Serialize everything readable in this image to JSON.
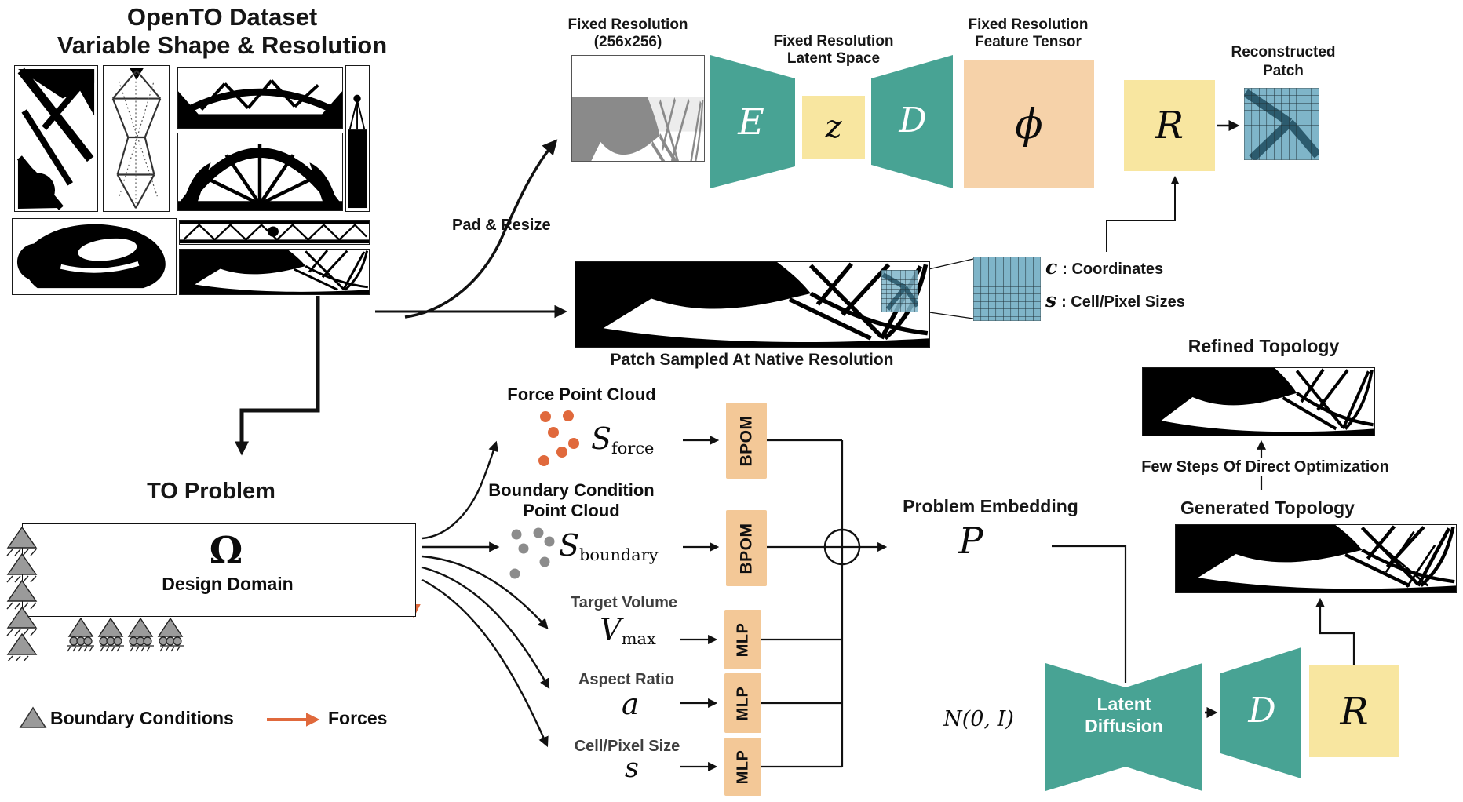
{
  "palette": {
    "teal": "#48A394",
    "yellow": "#F8E6A0",
    "peach": "#F3C897",
    "peach_light": "#F6D2A9",
    "orange": "#E0693C",
    "support_gray": "#9A9A9A",
    "grid_blue": "#7FB5C9"
  },
  "header": {
    "title": "OpenTO Dataset",
    "subtitle": "Variable Shape & Resolution"
  },
  "encoder_row": {
    "fixed_res_label_1": "Fixed Resolution",
    "fixed_res_label_2": "(256x256)",
    "pad_resize": "Pad & Resize",
    "latent_space_label_1": "Fixed Resolution",
    "latent_space_label_2": "Latent Space",
    "feature_tensor_label_1": "Fixed Resolution",
    "feature_tensor_label_2": "Feature Tensor",
    "encoder_symbol": "E",
    "latent_symbol": "z",
    "decoder_symbol": "D",
    "feature_symbol": "ϕ",
    "render_symbol": "R",
    "reconstructed_label_1": "Reconstructed",
    "reconstructed_label_2": "Patch"
  },
  "native": {
    "caption": "Patch Sampled At Native Resolution",
    "coord_symbol": "c",
    "coord_label": ": Coordinates",
    "size_symbol": "s",
    "size_label": ": Cell/Pixel Sizes"
  },
  "to_problem": {
    "title": "TO Problem",
    "omega": "Ω",
    "design_domain": "Design Domain",
    "legend_bc": "Boundary Conditions",
    "legend_forces": "Forces"
  },
  "inputs": {
    "force_label": "Force Point Cloud",
    "s_force_main": "S",
    "s_force_sub": "force",
    "bc_label_1": "Boundary Condition",
    "bc_label_2": "Point Cloud",
    "s_boundary_main": "S",
    "s_boundary_sub": "boundary",
    "volume_label": "Target Volume",
    "volume_main": "V",
    "volume_sub": "max",
    "aspect_label": "Aspect Ratio",
    "aspect_symbol": "a",
    "cell_label": "Cell/Pixel Size",
    "cell_symbol": "s",
    "bpom": "BPOM",
    "mlp": "MLP"
  },
  "embedding": {
    "label": "Problem Embedding",
    "symbol": "P"
  },
  "generation": {
    "noise": "N(0, I)",
    "latent_diffusion_1": "Latent",
    "latent_diffusion_2": "Diffusion",
    "decoder_symbol": "D",
    "render_symbol": "R",
    "generated_label": "Generated Topology",
    "few_steps_label": "Few Steps Of Direct Optimization",
    "refined_label": "Refined Topology"
  }
}
